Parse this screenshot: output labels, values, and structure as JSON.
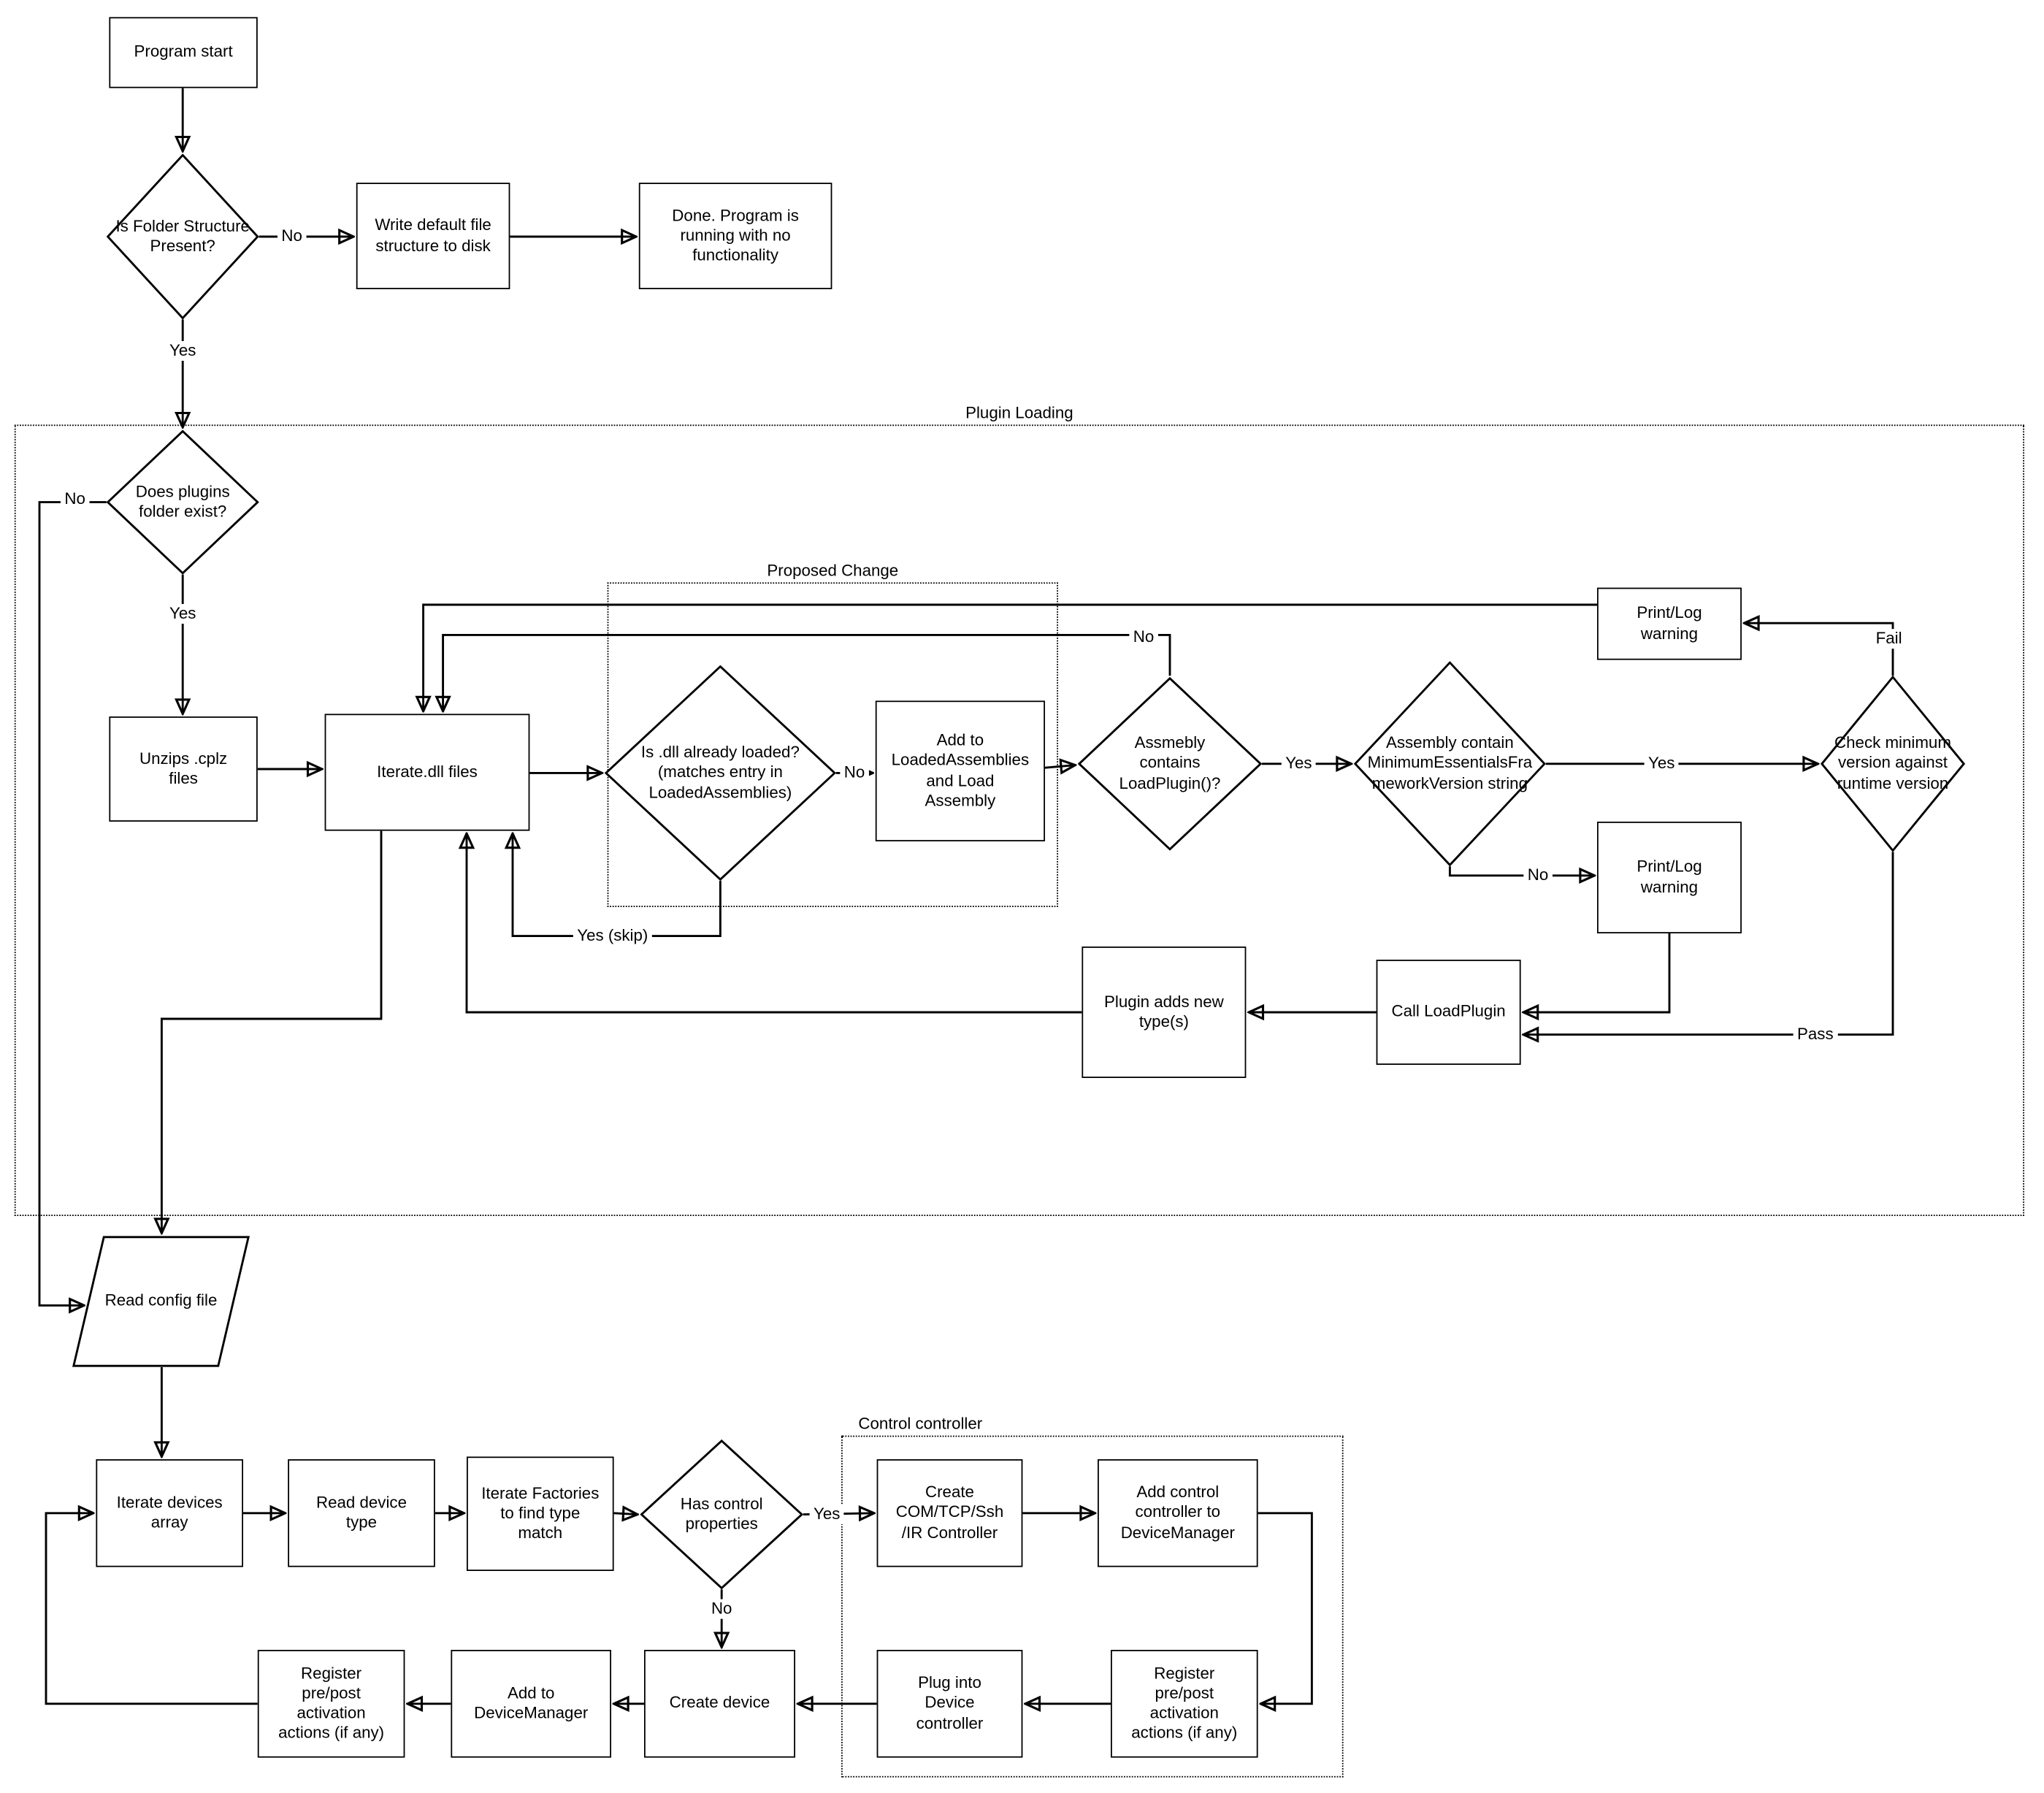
{
  "containers": {
    "plugin_loading": "Plugin Loading",
    "proposed_change": "Proposed Change",
    "control_controller": "Control controller"
  },
  "nodes": {
    "program_start": "Program start",
    "is_folder_structure_present": "Is Folder Structure Present?",
    "write_default_file_structure": "Write default file structure to disk",
    "done_no_functionality": "Done.  Program is running with no functionality",
    "does_plugins_folder_exist": "Does plugins folder exist?",
    "unzips_cplz_files": "Unzips .cplz files",
    "iterate_dll_files": "Iterate.dll files",
    "is_dll_already_loaded": "Is .dll already loaded? (matches entry in LoadedAssemblies)",
    "add_to_loaded_assemblies": "Add to LoadedAssemblies and Load Assembly",
    "assembly_contains_loadplugin": "Assmebly contains LoadPlugin()?",
    "assembly_contains_min_version": "Assembly contain MinimumEssentialsFrameworkVersion string",
    "check_minimum_version": "Check minimum version against runtime version",
    "print_log_warning_top": "Print/Log warning",
    "print_log_warning_bottom": "Print/Log warning",
    "call_loadplugin": "Call LoadPlugin",
    "plugin_adds_new_types": "Plugin adds new type(s)",
    "read_config_file": "Read config file",
    "iterate_devices_array": "Iterate devices array",
    "read_device_type": "Read device type",
    "iterate_factories": "Iterate Factories to find type match",
    "has_control_properties": "Has control properties",
    "create_controller": "Create COM/TCP/Ssh /IR Controller",
    "add_control_controller": "Add control controller to DeviceManager",
    "register_pre_post_control": "Register pre/post activation actions (if any)",
    "plug_into_device_controller": "Plug into Device controller",
    "create_device": "Create device",
    "add_to_device_manager": "Add to DeviceManager",
    "register_pre_post_device": "Register pre/post activation actions (if any)"
  },
  "edge_labels": {
    "folder_structure_no": "No",
    "folder_structure_yes": "Yes",
    "plugins_folder_no": "No",
    "plugins_folder_yes": "Yes",
    "dll_loaded_no": "No",
    "dll_loaded_yes_skip": "Yes (skip)",
    "contains_loadplugin_no": "No",
    "contains_loadplugin_yes": "Yes",
    "min_version_yes": "Yes",
    "min_version_no": "No",
    "version_check_fail": "Fail",
    "version_check_pass": "Pass",
    "has_control_yes": "Yes",
    "has_control_no": "No"
  }
}
